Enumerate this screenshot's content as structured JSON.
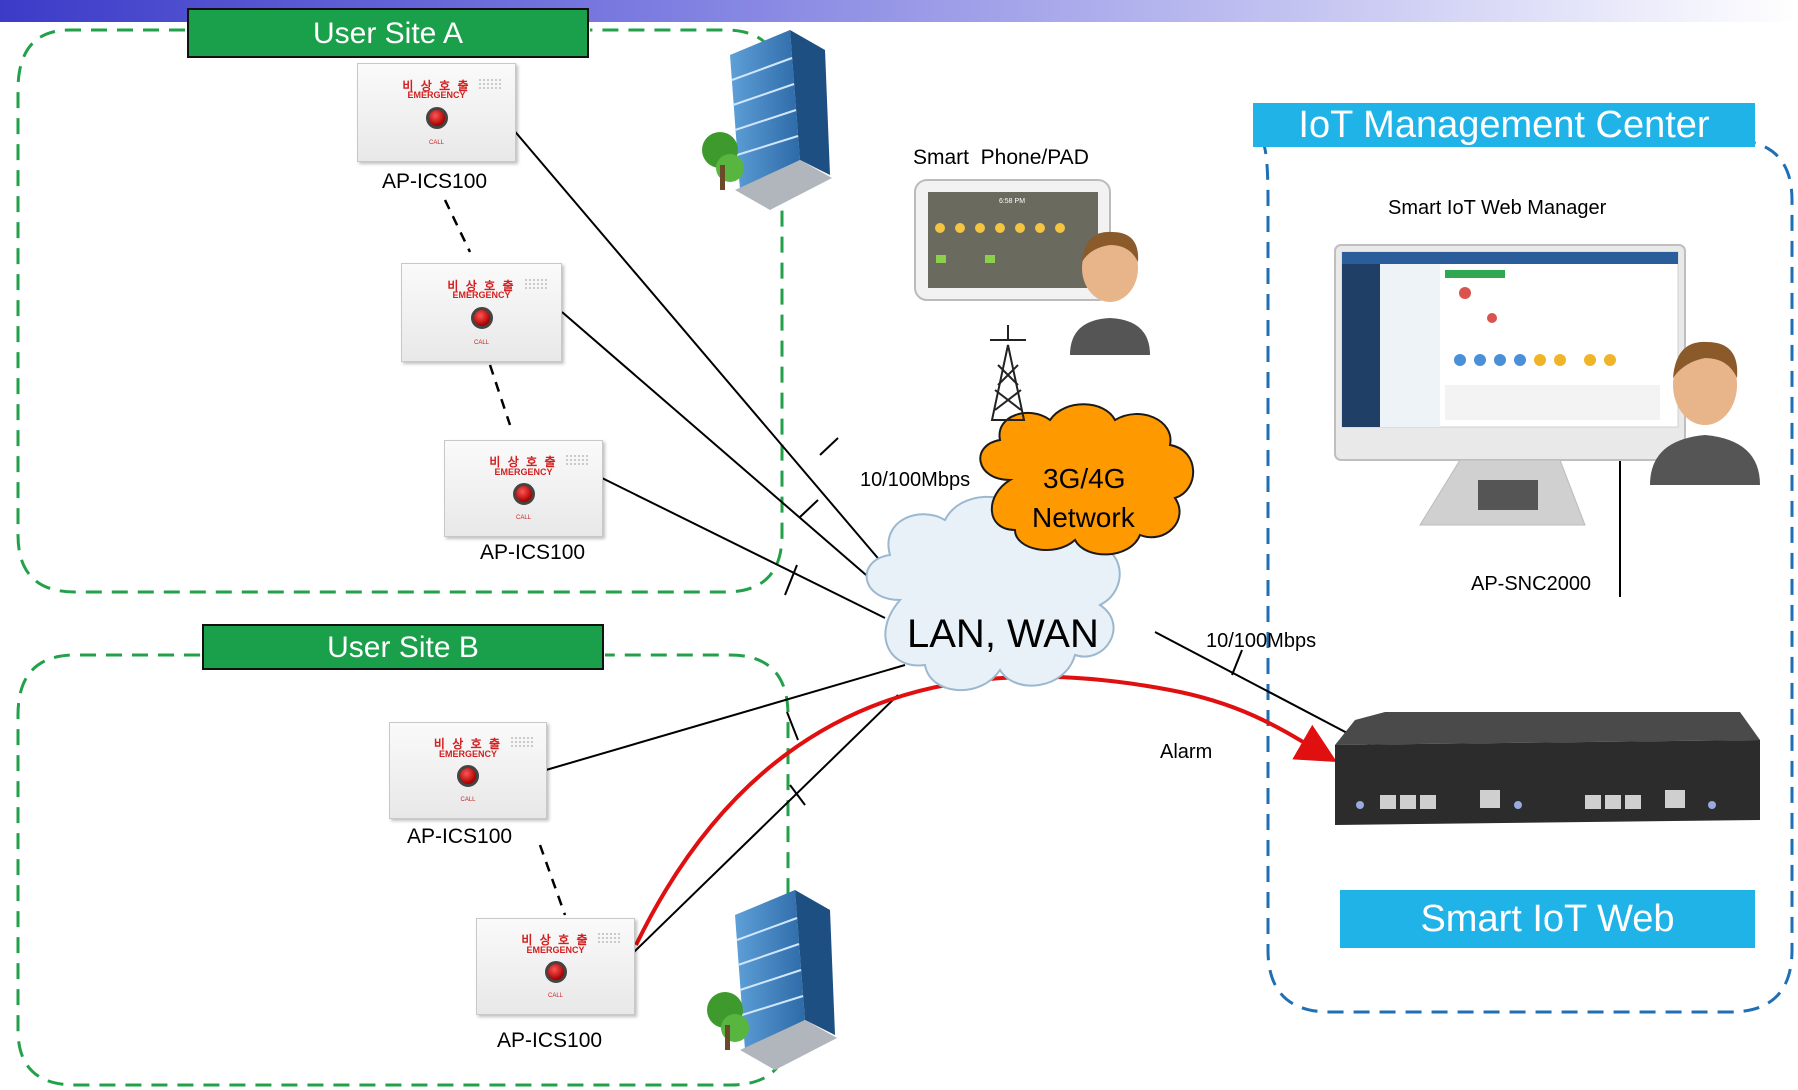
{
  "sites": {
    "a": {
      "title": "User Site A"
    },
    "b": {
      "title": "User Site B"
    }
  },
  "center": {
    "title": "IoT Management Center",
    "web_manager_label": "Smart IoT Web Manager",
    "controller_label": "AP-SNC2000",
    "web_label": "Smart IoT Web"
  },
  "device_panel": {
    "korean_text": "비 상 호 출",
    "english_text": "EMERGENCY",
    "sub_text": "CALL"
  },
  "devices": {
    "a1": "AP-ICS100",
    "a3": "AP-ICS100",
    "b1": "AP-ICS100",
    "b2": "AP-ICS100"
  },
  "mobile": {
    "label": "Smart  Phone/PAD",
    "clock": "6:58 PM"
  },
  "network": {
    "cloud_label": "LAN, WAN",
    "mobile_line1": "3G/4G",
    "mobile_line2": "Network",
    "speed_left": "10/100Mbps",
    "speed_right": "10/100Mbps",
    "alarm_label": "Alarm"
  },
  "colors": {
    "site_green": "#1aa04a",
    "center_blue": "#1f6fb5",
    "title_blue": "#1fb3e8",
    "alarm_red": "#e01010",
    "mobile_orange": "#ff9900"
  }
}
